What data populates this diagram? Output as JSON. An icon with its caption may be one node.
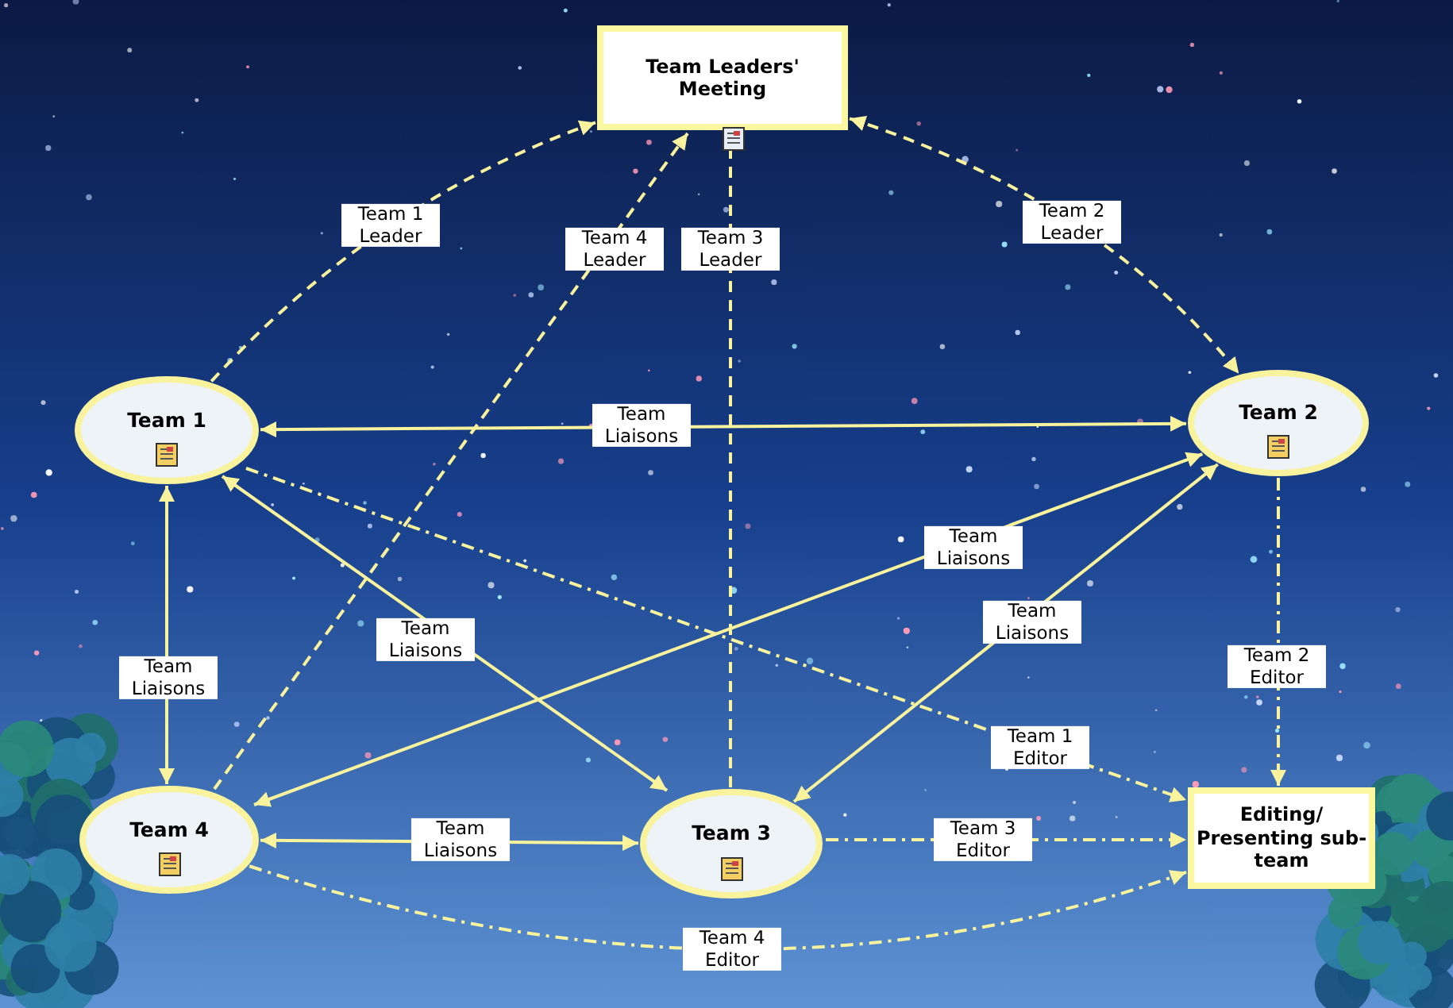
{
  "diagram": {
    "nodes": [
      {
        "text": [
          "Team Leaders' Meeting"
        ]
      },
      {
        "text": [
          "Team 1"
        ]
      },
      {
        "text": [
          "Team 2"
        ]
      },
      {
        "text": [
          "Team 4"
        ]
      },
      {
        "text": [
          "Team 3"
        ]
      },
      {
        "text": [
          "Editing/ Presenting sub-team"
        ]
      }
    ],
    "edges": [
      {
        "from": 1,
        "to": 0,
        "arrow": "to",
        "label": "Team 1 Leader",
        "style": "dashed"
      },
      {
        "from": 3,
        "to": 0,
        "arrow": "to",
        "label": "Team 4 Leader",
        "style": "dashed"
      },
      {
        "from": 4,
        "to": 0,
        "arrow": "none",
        "label": "Team 3 Leader",
        "style": "dashed"
      },
      {
        "from": 0,
        "to": 2,
        "arrow": "both",
        "label": "Team 2 Leader",
        "style": "dashed"
      },
      {
        "from": 1,
        "to": 2,
        "arrow": "both",
        "label": "Team Liaisons"
      },
      {
        "from": 1,
        "to": 3,
        "arrow": "both",
        "label": "Team Liaisons"
      },
      {
        "from": 1,
        "to": 4,
        "arrow": "both",
        "label": "Team Liaisons"
      },
      {
        "from": 2,
        "to": 3,
        "arrow": "both",
        "label": "Team Liaisons"
      },
      {
        "from": 2,
        "to": 4,
        "arrow": "both",
        "label": "Team Liaisons"
      },
      {
        "from": 3,
        "to": 4,
        "arrow": "both",
        "label": "Team Liaisons"
      },
      {
        "from": 1,
        "to": 5,
        "arrow": "to",
        "label": "Team 1 Editor",
        "style": "dashed"
      },
      {
        "from": 2,
        "to": 5,
        "arrow": "to",
        "label": "Team 2 Editor",
        "style": "dashed"
      },
      {
        "from": 4,
        "to": 5,
        "arrow": "to",
        "label": "Team 3 Editor",
        "style": "dashed"
      },
      {
        "from": 3,
        "to": 5,
        "arrow": "to",
        "label": "Team 4 Editor",
        "style": "dashed"
      }
    ]
  }
}
